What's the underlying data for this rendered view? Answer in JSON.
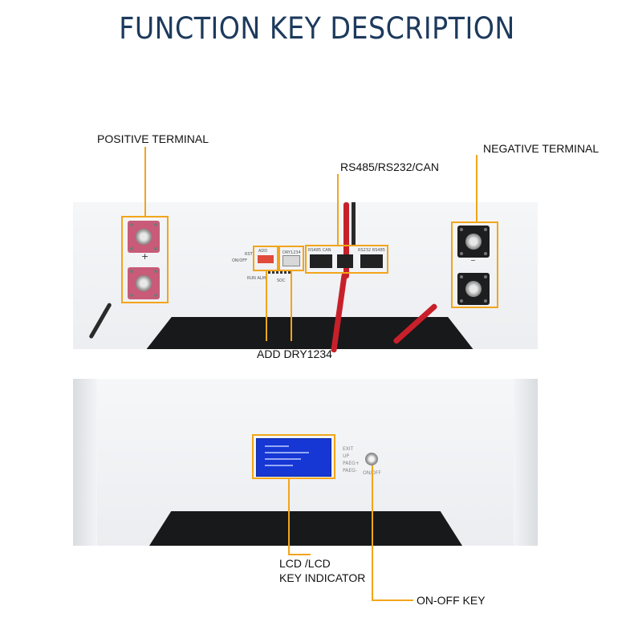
{
  "title": "FUNCTION KEY DESCRIPTION",
  "labels": {
    "positive_terminal": "POSITIVE TERMINAL",
    "negative_terminal": "NEGATIVE TERMINAL",
    "comm_ports": "RS485/RS232/CAN",
    "add_dry": "ADD DRY1234",
    "lcd_line1": "LCD /LCD",
    "lcd_line2": "KEY INDICATOR",
    "on_off_key": "ON-OFF KEY"
  },
  "device": {
    "top_panel_marks": {
      "positive_sign": "+",
      "negative_sign": "−",
      "add": "ADD",
      "dry": "DRY1234",
      "rs485_can": "RS485 CAN",
      "rs232": "RS232 RS485",
      "rst": "RST",
      "on_off": "ON/OFF",
      "run_alm": "RUN ALM",
      "soc": "SOC"
    },
    "front_keys": [
      "EXIT",
      "UP",
      "PAEG+",
      "PAEG-"
    ],
    "power_label": "ON/OFF"
  },
  "colors": {
    "accent": "#f2a51a",
    "title": "#1d3a5c",
    "lcd": "#1637d4"
  }
}
